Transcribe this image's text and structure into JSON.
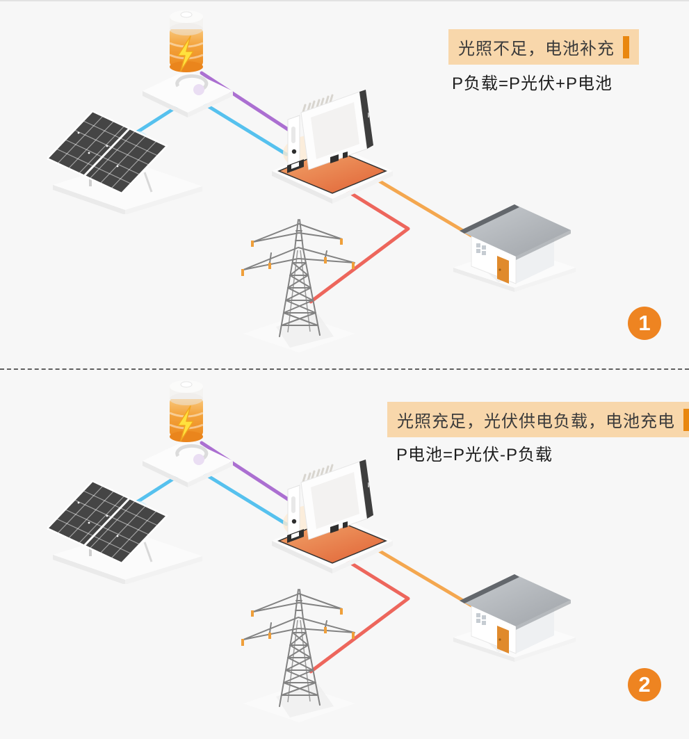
{
  "page": {
    "background_color": "#f7f7f7",
    "divider_style": "horizontal dashed line between the two scenes"
  },
  "colors": {
    "highlight_bg": "#f8d7ab",
    "highlight_bar": "#e9870f",
    "badge_orange": "#ee8421",
    "line_battery_purple": "#ab6fd1",
    "line_pv_blue": "#56c1ee",
    "line_grid_red": "#ed665c",
    "line_load_orange": "#f4a74f",
    "text_dark": "#1e1e1e"
  },
  "icons": [
    "battery-icon",
    "solar-panel-icon",
    "inverter-icon",
    "grid-tower-icon",
    "house-icon"
  ],
  "panels": [
    {
      "badge": "1",
      "highlight_title": "光照不足，电池补充",
      "formula": "P负载=P光伏+P电池"
    },
    {
      "badge": "2",
      "highlight_title": "光照充足，光伏供电负载，电池充电",
      "formula": "P电池=P光伏-P负载"
    }
  ]
}
